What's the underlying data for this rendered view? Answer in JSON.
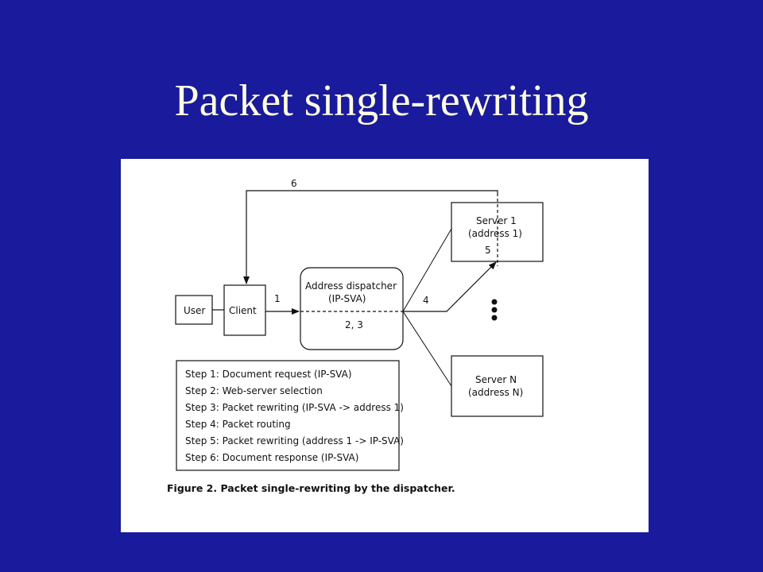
{
  "slide": {
    "title": "Packet single-rewriting"
  },
  "diagram": {
    "nodes": {
      "user": "User",
      "client": "Client",
      "dispatcher_line1": "Address dispatcher",
      "dispatcher_line2": "(IP-SVA)",
      "dispatcher_steps": "2, 3",
      "server1_line1": "Server 1",
      "server1_line2": "(address 1)",
      "server1_step": "5",
      "serverN_line1": "Server N",
      "serverN_line2": "(address N)"
    },
    "edge_labels": {
      "step1": "1",
      "step4": "4",
      "step6": "6"
    },
    "legend": [
      "Step 1: Document request (IP-SVA)",
      "Step 2: Web-server selection",
      "Step 3: Packet rewriting (IP-SVA -> address 1)",
      "Step 4: Packet routing",
      "Step 5: Packet rewriting (address 1 -> IP-SVA)",
      "Step 6: Document response (IP-SVA)"
    ],
    "caption": "Figure 2. Packet single-rewriting by the dispatcher."
  }
}
